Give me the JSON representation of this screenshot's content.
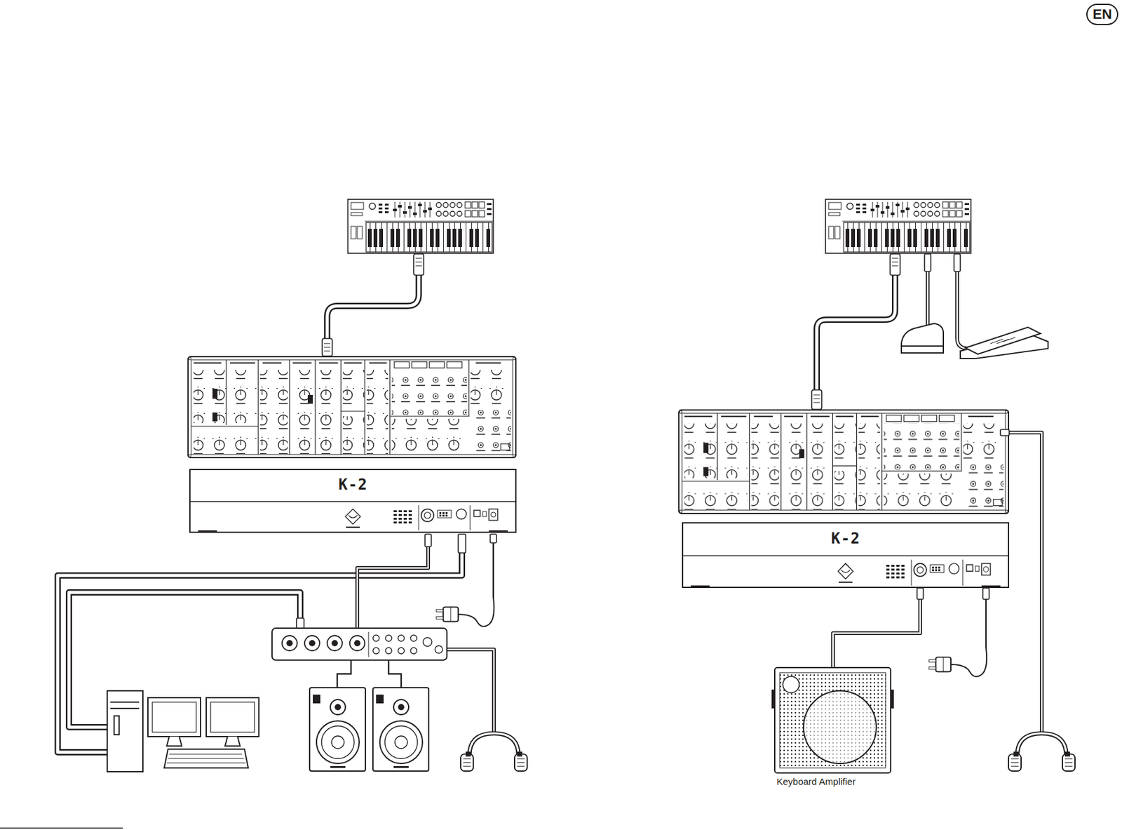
{
  "diagram": {
    "nodes": [
      {
        "text": [
          "EN"
        ]
      }
    ],
    "labels": [
      "K-2",
      "K-2",
      "Keyboard Amplifier"
    ]
  }
}
